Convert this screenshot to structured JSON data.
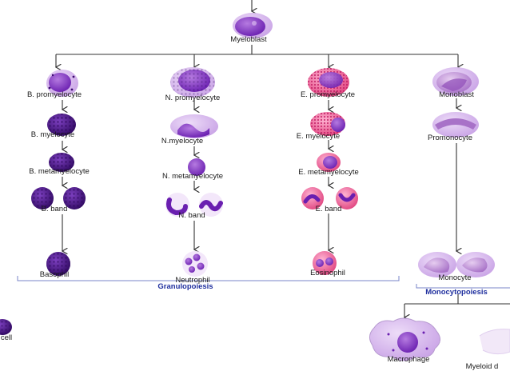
{
  "cells": {
    "myeloblast": "Myeloblast",
    "b_promyelocyte": "B. promyelocyte",
    "b_myelocyte": "B. myelocyte",
    "b_metamyelocyte": "B. metamyelocyte",
    "b_band": "B. band",
    "basophil": "Basophil",
    "n_promyelocyte": "N. promyelocyte",
    "n_myelocyte": "N.myelocyte",
    "n_metamyelocyte": "N. metamyelocyte",
    "n_band": "N. band",
    "neutrophil": "Neutrophil",
    "e_promyelocyte": "E. promyelocyte",
    "e_myelocyte": "E. myelocyte",
    "e_metamyelocyte": "E. metamyelocyte",
    "e_band": "E. band",
    "eosinophil": "Eosinophil",
    "monoblast": "Monoblast",
    "promonocyte": "Promonocyte",
    "monocyte": "Monocyte",
    "macrophage": "Macrophage",
    "myeloid_partial": "Myeloid d",
    "cell_partial": "cell"
  },
  "groups": {
    "granulopoiesis": "Granulopoiesis",
    "monocytopoiesis": "Monocytopoiesis"
  },
  "colors": {
    "arrow": "#333333",
    "bracket": "#7a86c8",
    "group_text": "#1f2f9e",
    "cell_purple": "#6a1fb0",
    "cell_dark": "#3a0a6e",
    "cell_pink": "#d22a7a",
    "cell_light": "#c9a3e6"
  }
}
